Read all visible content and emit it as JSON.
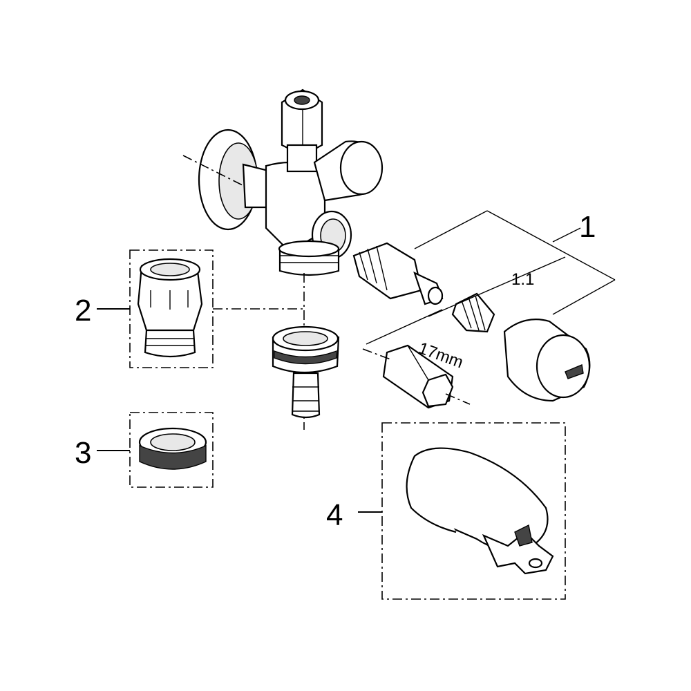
{
  "callouts": {
    "c1": "1",
    "c1_1": "1.1",
    "c2": "2",
    "c3": "3",
    "c4": "4",
    "wrench_size": "17mm"
  }
}
